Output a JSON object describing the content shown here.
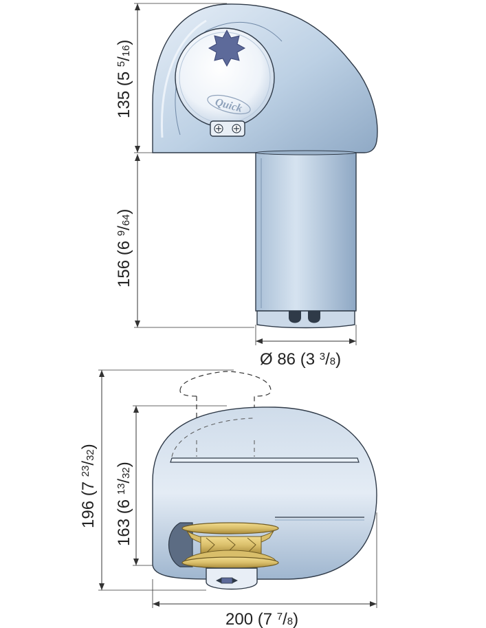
{
  "colors": {
    "body_light": "#dbe6f2",
    "body_mid": "#b9cde2",
    "body_dark": "#8ea8c4",
    "outline": "#2f3a48",
    "gypsy_gold": "#d9be6a",
    "gypsy_dark": "#a88a3a",
    "star": "#5d6a9a",
    "background": "#ffffff"
  },
  "icons": {
    "logo": "quick-logo",
    "cap_star": "star-icon",
    "screws": "screw-icon"
  },
  "logo_text": "Quick",
  "dimensions": {
    "top_height": {
      "value": "135",
      "paren_open": " (5 ",
      "sup": "5",
      "sep": "/",
      "den": "16",
      "paren_close": ")"
    },
    "column_height": {
      "value": "156",
      "paren_open": " (6 ",
      "sup": "9",
      "sep": "/",
      "den": "64",
      "paren_close": ")"
    },
    "diameter": {
      "value": "Ø 86",
      "paren_open": " (3 ",
      "sup": "3",
      "sep": "/",
      "den": "8",
      "paren_close": ")"
    },
    "total_height": {
      "value": "196",
      "paren_open": " (7 ",
      "sup": "23",
      "sep": "/",
      "den": "32",
      "paren_close": ")"
    },
    "body_height": {
      "value": "163",
      "paren_open": " (6 ",
      "sup": "13",
      "sep": "/",
      "den": "32",
      "paren_close": ")"
    },
    "width": {
      "value": "200",
      "paren_open": " (7 ",
      "sup": "7",
      "sep": "/",
      "den": "8",
      "paren_close": ")"
    }
  }
}
